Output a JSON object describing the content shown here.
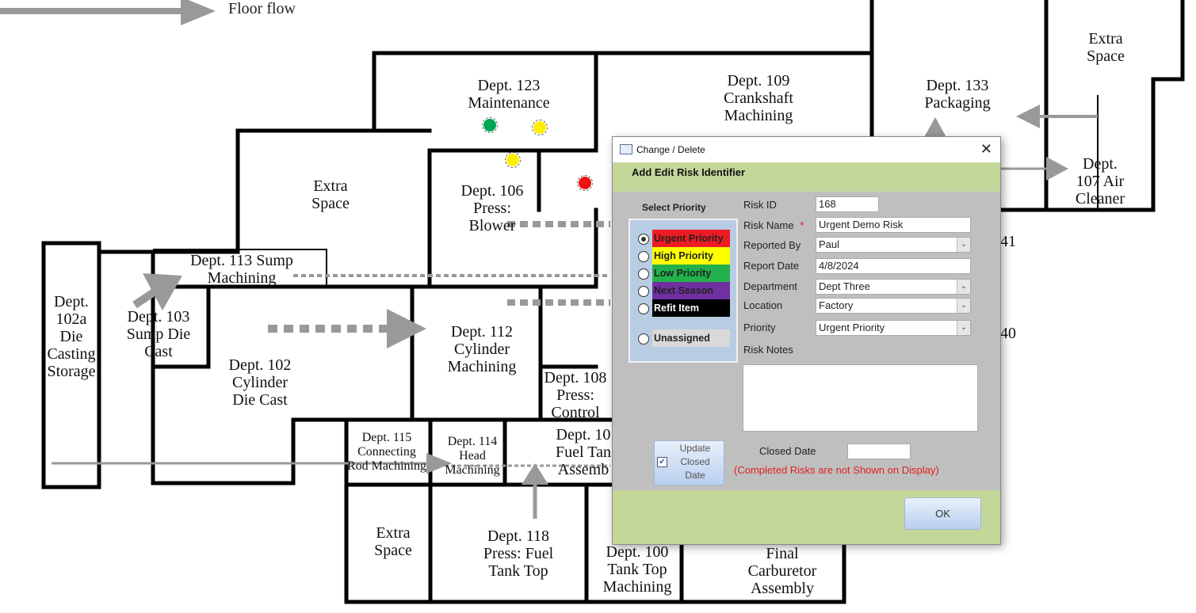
{
  "floor_plan": {
    "legend_label": "Floor flow",
    "departments": [
      {
        "id": "d123",
        "label": "Dept. 123\nMaintenance"
      },
      {
        "id": "d109",
        "label": "Dept. 109\nCrankshaft\nMachining"
      },
      {
        "id": "d133",
        "label": "Dept. 133\nPackaging"
      },
      {
        "id": "extra-top-right",
        "label": "Extra\nSpace"
      },
      {
        "id": "d107",
        "label": "Dept.\n107 Air\nCleaner"
      },
      {
        "id": "extra-mid",
        "label": "Extra\nSpace"
      },
      {
        "id": "d106",
        "label": "Dept. 106\nPress:\nBlower"
      },
      {
        "id": "d113",
        "label": "Dept. 113 Sump\nMachining"
      },
      {
        "id": "d102a",
        "label": "Dept.\n102a\nDie\nCasting\nStorage"
      },
      {
        "id": "d103",
        "label": "Dept. 103\nSump Die\nCast"
      },
      {
        "id": "d102",
        "label": "Dept. 102\nCylinder\nDie Cast"
      },
      {
        "id": "d112",
        "label": "Dept. 112\nCylinder\nMachining"
      },
      {
        "id": "d108",
        "label": "Dept. 108\nPress:\nControl"
      },
      {
        "id": "d115",
        "label": "Dept. 115\nConnecting\nRod Machining"
      },
      {
        "id": "d114",
        "label": "Dept. 114\nHead\nMachining"
      },
      {
        "id": "d10x",
        "label": "Dept. 10\nFuel Tan\nAssemb"
      },
      {
        "id": "extra-bottom",
        "label": "Extra\nSpace"
      },
      {
        "id": "d118",
        "label": "Dept. 118\nPress: Fuel\nTank Top"
      },
      {
        "id": "d100",
        "label": "Dept. 100\nTank Top\nMachining"
      },
      {
        "id": "final",
        "label": "Final\nCarburetor\nAssembly"
      },
      {
        "id": "d141",
        "label": "41"
      },
      {
        "id": "d140",
        "label": "40"
      }
    ],
    "markers": [
      {
        "color": "#00a651",
        "priority": "Low Priority"
      },
      {
        "color": "#ffee00",
        "priority": "High Priority"
      },
      {
        "color": "#ffee00",
        "priority": "High Priority"
      },
      {
        "color": "#ee1111",
        "priority": "Urgent Priority"
      }
    ]
  },
  "dialog": {
    "title": "Change / Delete",
    "header": "Add Edit Risk Identifier",
    "select_priority_label": "Select Priority",
    "priority_options": [
      {
        "label": "Urgent Priority",
        "bg": "#ed1c24",
        "fg": "#000000",
        "selected": true
      },
      {
        "label": "High Priority",
        "bg": "#ffff00",
        "fg": "#000000",
        "selected": false
      },
      {
        "label": "Low Priority",
        "bg": "#22b14c",
        "fg": "#000000",
        "selected": false
      },
      {
        "label": "Next Season",
        "bg": "#7030a0",
        "fg": "#000000",
        "selected": false
      },
      {
        "label": "Refit Item",
        "bg": "#000000",
        "fg": "#ffffff",
        "selected": false
      },
      {
        "label": "Unassigned",
        "bg": "#d9d9d9",
        "fg": "#000000",
        "selected": false
      }
    ],
    "fields": {
      "risk_id": {
        "label": "Risk ID",
        "value": "168"
      },
      "risk_name": {
        "label": "Risk Name",
        "required_mark": "*",
        "value": "Urgent Demo Risk"
      },
      "reported_by": {
        "label": "Reported By",
        "value": "Paul"
      },
      "report_date": {
        "label": "Report Date",
        "value": "4/8/2024"
      },
      "department": {
        "label": "Department",
        "value": "Dept Three"
      },
      "location": {
        "label": "Location",
        "value": "Factory"
      },
      "priority": {
        "label": "Priority",
        "value": "Urgent Priority"
      },
      "risk_notes": {
        "label": "Risk Notes",
        "value": ""
      }
    },
    "update_closed_date_button": "Update\nClosed\nDate",
    "update_closed_checked": true,
    "closed_date_label": "Closed Date",
    "closed_date_value": "",
    "completed_note": "(Completed Risks are not Shown on Display)",
    "ok_label": "OK",
    "dropdown_glyph": "⌄",
    "close_glyph": "✕"
  }
}
